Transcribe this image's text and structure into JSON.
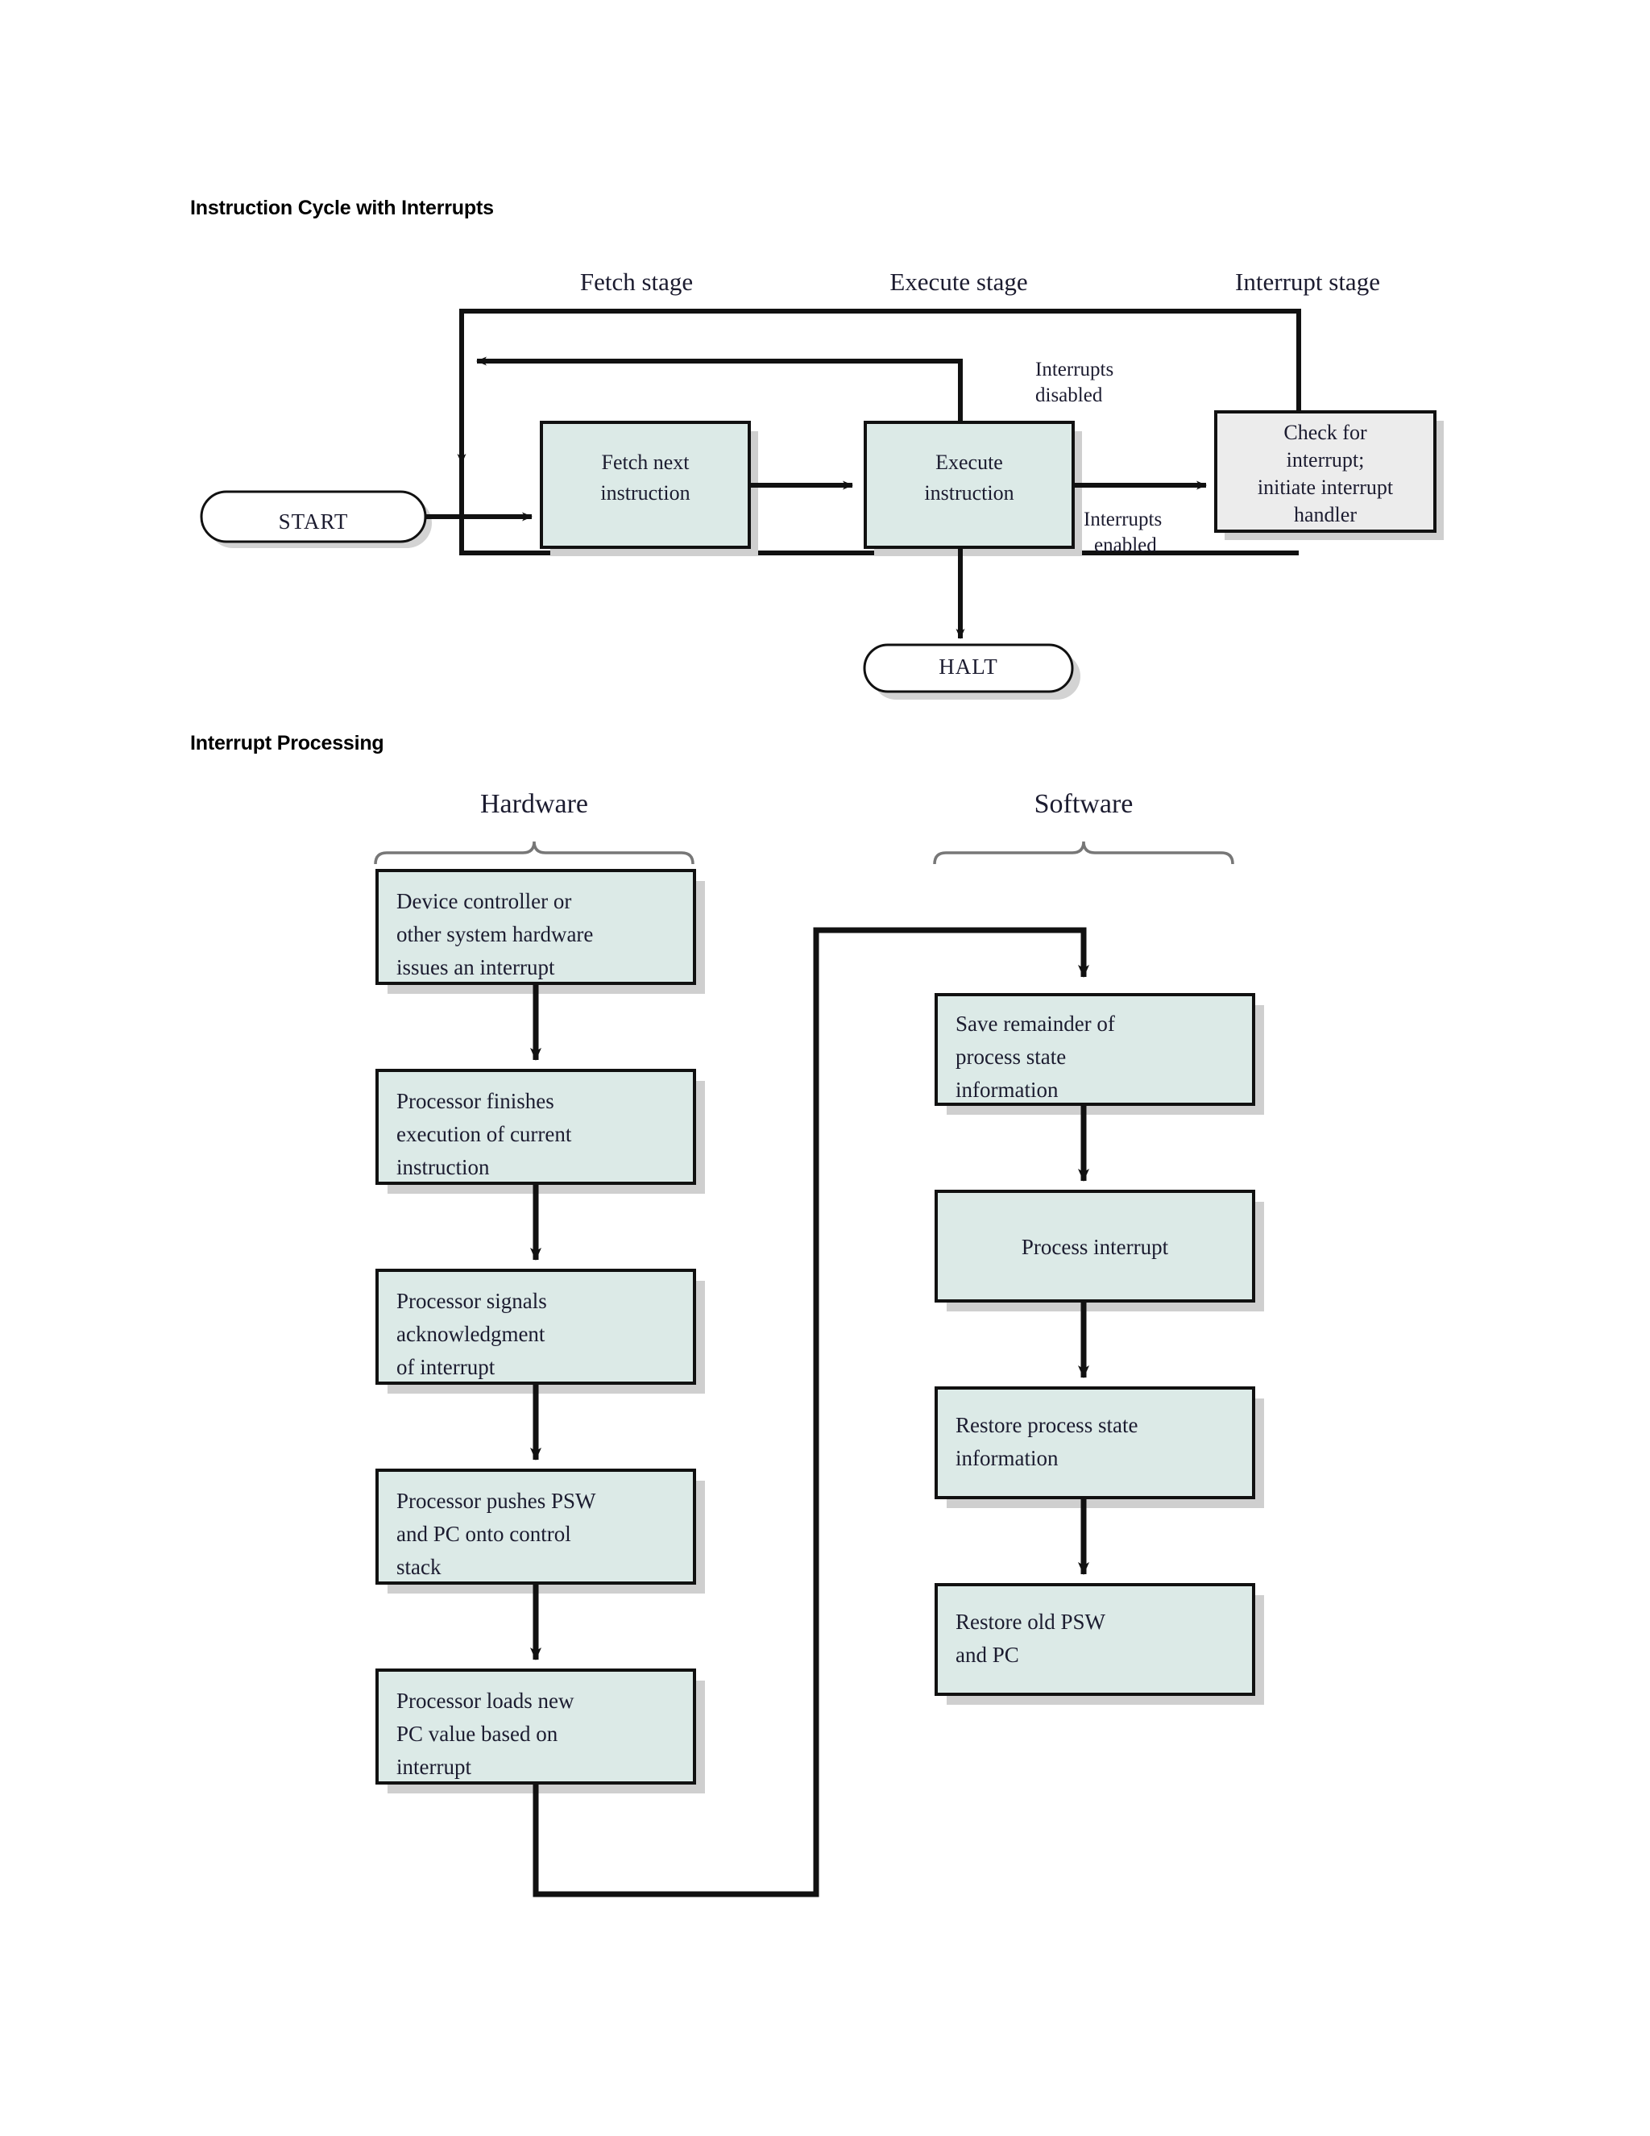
{
  "page": {
    "background": "#ffffff",
    "box_fill_cyan": "#dceae7",
    "box_fill_gray": "#ececec",
    "box_stroke": "#111111",
    "shadow_color": "#cfcfcf",
    "line_color": "#111111",
    "brace_color": "#777777",
    "text_color": "#1c1c30"
  },
  "sections": [
    {
      "id": "instruction-cycle",
      "heading": "Instruction Cycle with Interrupts"
    },
    {
      "id": "interrupt-processing",
      "heading": "Interrupt Processing"
    }
  ],
  "instruction_cycle": {
    "stage_labels": [
      {
        "text": "Fetch stage"
      },
      {
        "text": "Execute stage"
      },
      {
        "text": "Interrupt stage"
      }
    ],
    "terminators": [
      {
        "name": "start",
        "text": "START"
      },
      {
        "name": "halt",
        "text": "HALT"
      }
    ],
    "boxes": [
      {
        "name": "fetch-next-instruction",
        "lines": [
          "Fetch next",
          "instruction"
        ],
        "fill": "cyan"
      },
      {
        "name": "execute-instruction",
        "lines": [
          "Execute",
          "instruction"
        ],
        "fill": "cyan"
      },
      {
        "name": "check-for-interrupt",
        "lines": [
          "Check for",
          "interrupt;",
          "initiate interrupt",
          "handler"
        ],
        "fill": "gray"
      }
    ],
    "edge_labels": [
      {
        "name": "interrupts-disabled",
        "lines": [
          "Interrupts",
          "disabled"
        ]
      },
      {
        "name": "interrupts-enabled",
        "lines": [
          "Interrupts",
          "enabled"
        ]
      }
    ]
  },
  "interrupt_processing": {
    "columns": [
      {
        "name": "hardware",
        "heading": "Hardware"
      },
      {
        "name": "software",
        "heading": "Software"
      }
    ],
    "hardware_steps": [
      {
        "name": "device-controller-issues-interrupt",
        "lines": [
          "Device controller or",
          "other system hardware",
          "issues an interrupt"
        ],
        "align": "left"
      },
      {
        "name": "processor-finishes-execution",
        "lines": [
          "Processor finishes",
          "execution of current",
          "instruction"
        ],
        "align": "left"
      },
      {
        "name": "processor-signals-acknowledgment",
        "lines": [
          "Processor signals",
          "acknowledgment",
          "of interrupt"
        ],
        "align": "left"
      },
      {
        "name": "processor-pushes-psw-pc",
        "lines": [
          "Processor pushes PSW",
          "and PC onto control",
          "stack"
        ],
        "align": "left"
      },
      {
        "name": "processor-loads-new-pc",
        "lines": [
          "Processor loads new",
          "PC value based on",
          "interrupt"
        ],
        "align": "left"
      }
    ],
    "software_steps": [
      {
        "name": "save-remainder-of-process-state",
        "lines": [
          "Save remainder of",
          "process state",
          "information"
        ],
        "align": "left"
      },
      {
        "name": "process-interrupt",
        "lines": [
          "Process interrupt"
        ],
        "align": "center"
      },
      {
        "name": "restore-process-state",
        "lines": [
          "Restore process state",
          "information"
        ],
        "align": "left"
      },
      {
        "name": "restore-old-psw-pc",
        "lines": [
          "Restore old PSW",
          "and PC"
        ],
        "align": "left"
      }
    ]
  }
}
